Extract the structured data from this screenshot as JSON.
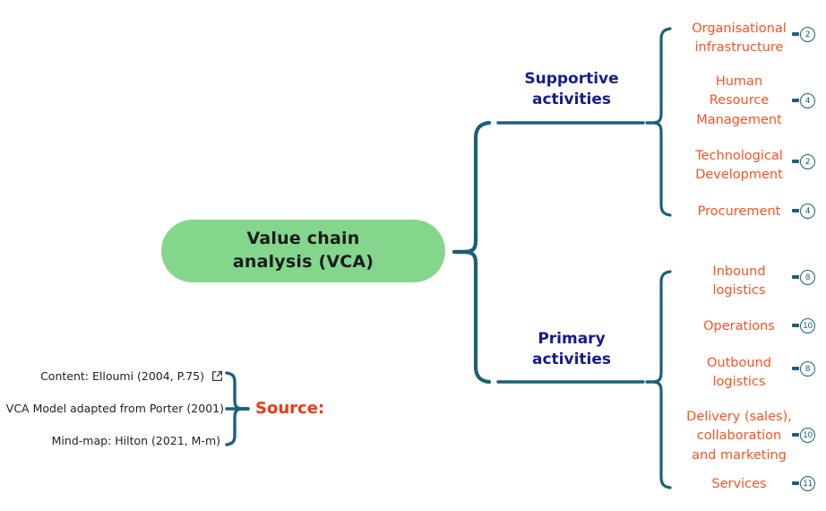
{
  "diagram": {
    "title": "Value chain analysis (VCA) mind map",
    "center": {
      "label": "Value chain\nanalysis (VCA)",
      "line1": "Value chain",
      "line2": "analysis (VCA)",
      "fill_color": "#84d68d",
      "text_color": "#1b1b1b"
    },
    "colors": {
      "branch_text": "#151b8d",
      "leaf_text": "#fc5222",
      "connector": "#1b6079",
      "badge_border": "#1b6079",
      "source_title": "#ef3a10",
      "source_text": "#222222",
      "background": "#ffffff"
    },
    "branches": [
      {
        "id": "supportive",
        "label_line1": "Supportive",
        "label_line2": "activities",
        "leaves": [
          {
            "lines": [
              "Organisational",
              "infrastructure"
            ],
            "badge": "2"
          },
          {
            "lines": [
              "Human",
              "Resource",
              "Management"
            ],
            "badge": "4"
          },
          {
            "lines": [
              "Technological",
              "Development"
            ],
            "badge": "2"
          },
          {
            "lines": [
              "Procurement"
            ],
            "badge": "4"
          }
        ]
      },
      {
        "id": "primary",
        "label_line1": "Primary",
        "label_line2": "activities",
        "leaves": [
          {
            "lines": [
              "Inbound",
              "logistics"
            ],
            "badge": "8"
          },
          {
            "lines": [
              "Operations"
            ],
            "badge": "10"
          },
          {
            "lines": [
              "Outbound",
              "logistics"
            ],
            "badge": "8"
          },
          {
            "lines": [
              "Delivery (sales),",
              "collaboration",
              "and marketing"
            ],
            "badge": "10"
          },
          {
            "lines": [
              "Services"
            ],
            "badge": "11"
          }
        ]
      }
    ],
    "source": {
      "title": "Source:",
      "lines": [
        "Content: Elloumi (2004, P.75)",
        "VCA Model adapted from Porter (2001)",
        "Mind-map: Hilton (2021, M-m)"
      ],
      "external_link_icon": "external-link-icon"
    }
  }
}
